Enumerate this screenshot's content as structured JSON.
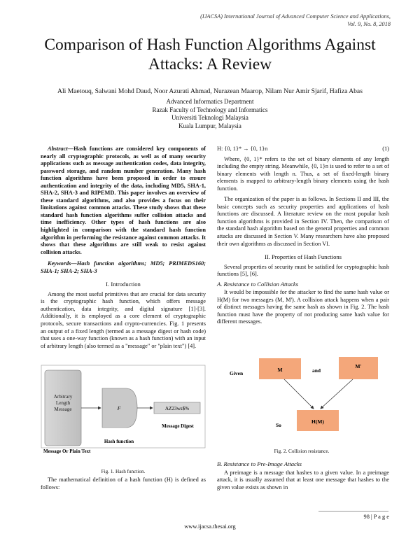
{
  "header": {
    "journal_line1": "(IJACSA) International Journal of Advanced Computer Science and Applications,",
    "journal_line2": "Vol. 9, No. 8, 2018"
  },
  "paper": {
    "title_line1": "Comparison of Hash Function Algorithms Against",
    "title_line2": "Attacks: A Review",
    "authors": "Ali Maetouq, Salwani Mohd Daud, Noor Azurati Ahmad, Nurazean Maarop, Nilam Nur Amir Sjarif, Hafiza Abas",
    "affiliation": [
      "Advanced Informatics Department",
      "Razak Faculty of Technology and Informatics",
      "Universiti Teknologi Malaysia",
      "Kuala Lumpur, Malaysia"
    ]
  },
  "left": {
    "abstract_label": "Abstract—",
    "abstract_text": "Hash functions are considered key components of nearly all cryptographic protocols, as well as of many security applications such as message authentication codes, data integrity, password storage, and random number generation. Many hash function algorithms have been proposed in order to ensure authentication and integrity of the data, including MD5, SHA-1, SHA-2, SHA-3 and RIPEMD. This paper involves an overview of these standard algorithms, and also provides a focus on their limitations against common attacks. These study shows that these standard hash function algorithms suffer collision attacks and time inefficiency. Other types of hash functions are also highlighted in comparison with the standard hash function algorithm in performing the resistance against common attacks. It shows that these algorithms are still weak to resist against collision attacks.",
    "keywords": "Keywords—Hash function algorithms; MD5; PRIMEDS160; SHA-1; SHA-2; SHA-3",
    "section1_heading": "I.   Introduction",
    "intro_p1": "Among the most useful primitives that are crucial for data security is the cryptographic hash function, which offers message authentication, data integrity, and digital signature [1]-[3]. Additionally, it is employed as a core element of cryptographic protocols, secure transactions and crypto-currencies. Fig. 1 presents an output of a fixed length (termed as a message digest or hash code) that uses a one-way function (known as a hash function) with an input of arbitrary length (also termed as a \"message\" or \"plain text\") [4].",
    "fig1": {
      "input_label": "Arbitrary\nLength\nMessage",
      "function_label": "F",
      "output_value": "AZ23ws$%",
      "digest_label": "Message Digest",
      "plain_label": "Message Or Plain Text",
      "hash_label": "Hash function",
      "caption": "Fig. 1.    Hash function."
    },
    "after_fig": "The mathematical definition of a hash function (H) is defined as follows:"
  },
  "right": {
    "equation": "H: {0, 1}* → {0, 1}n",
    "equation_number": "(1)",
    "p1": "Where, {0, 1}* refers to the set of binary elements of any length including the empty string. Meanwhile, {0, 1}n is used to refer to a set of binary elements with length n. Thus, a set of fixed-length binary elements is mapped to arbitrary-length binary elements using the hash function.",
    "p2": "The organization of the paper is as follows. In Sections II and III, the basic concepts such as security properties and applications of hash functions are discussed. A literature review on the most popular hash function algorithms is provided in Section IV. Then, the comparison of the standard hash algorithm based on the general properties and common attacks are discussed in Section V. Many researchers have also proposed their own algorithms as discussed in Section VI.",
    "section2_heading": "II.   Properties of Hash Functions",
    "p3": "Several properties of security must be satisfied for cryptographic hash functions [5], [6].",
    "subA": "A.  Resistance to Collision Attacks",
    "p4": "It would be impossible for the attacker to find the same hash value or H(M) for two messages (M, M'). A collision attack happens when a pair of distinct messages having the same hash as shown in Fig. 2. The hash function must have the property of not producing same hash value for different messages.",
    "fig2": {
      "given": "Given",
      "and": "and",
      "m": "M",
      "m_prime": "M'",
      "so": "So",
      "hm": "H(M)",
      "caption": "Fig. 2.    Collision resistance."
    },
    "subB": "B.  Resistance to Pre-Image Attacks",
    "p5": "A preimage is a message that hashes to a given value. In a preimage attack, it is usually assumed that at least one message that hashes to the given value exists as shown in"
  },
  "footer": {
    "page": "98 | P a g e",
    "url": "www.ijacsa.thesai.org"
  },
  "colors": {
    "box_fill": "#f4a77a",
    "dark_box": "#555555",
    "arrow": "#333333"
  }
}
